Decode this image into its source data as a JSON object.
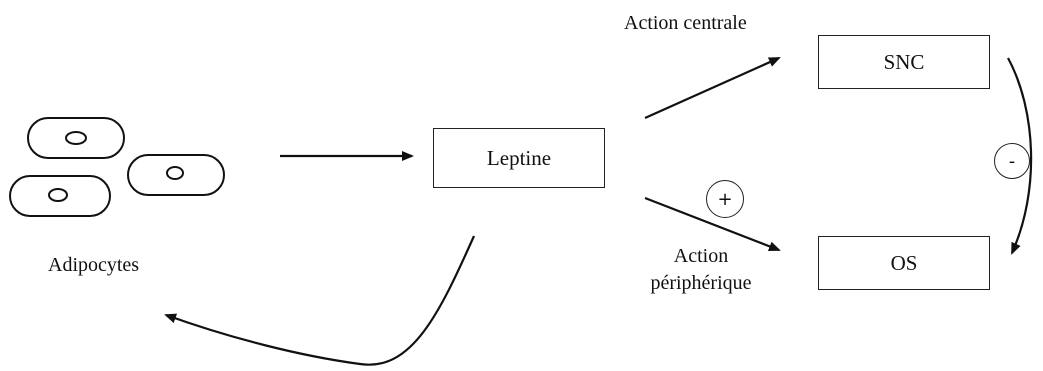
{
  "nodes": {
    "leptine": "Leptine",
    "snc": "SNC",
    "os": "OS"
  },
  "labels": {
    "adipocytes": "Adipocytes",
    "action_centrale": "Action centrale",
    "action_peripherique_line1": "Action",
    "action_peripherique_line2": "périphérique"
  },
  "signs": {
    "plus": "+",
    "minus": "-"
  }
}
